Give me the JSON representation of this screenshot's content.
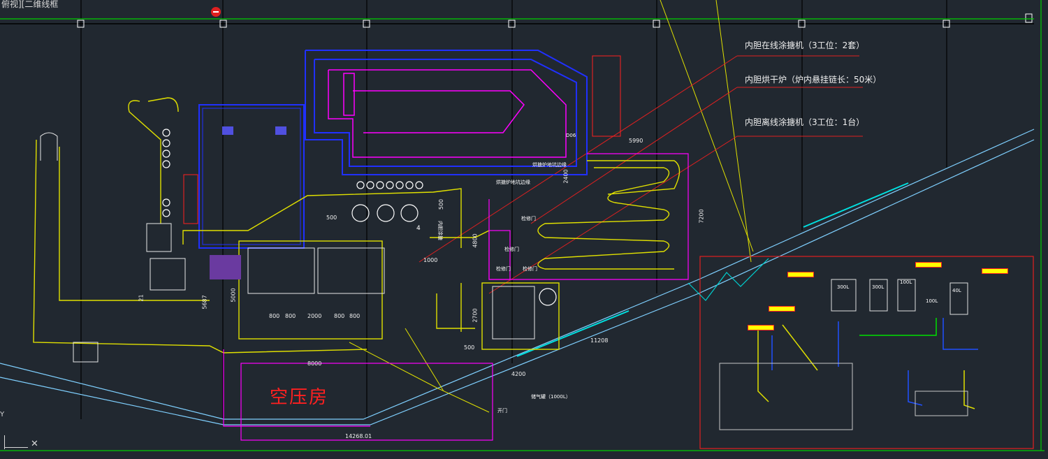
{
  "view_label": "俯视][二维线框",
  "callouts": {
    "online_coater": "内胆在线涂搪机（3工位：2套）",
    "drying_oven": "内胆烘干炉（炉内悬挂链长：50米）",
    "offline_coater": "内胆离线涂搪机（3工位：1台）"
  },
  "room_label": "空压房",
  "dimensions": {
    "d5990": "5990",
    "d2400": "2400",
    "d7200": "7200",
    "d500a": "500",
    "d500b": "500",
    "d1000": "1000",
    "d4800": "4800",
    "d2700": "2700",
    "d5687": "5687",
    "d5000": "5000",
    "d8000": "8000",
    "d4200": "4200",
    "d11208": "11208",
    "d14268": "14268.01",
    "d21": "21",
    "d500c": "500",
    "row1": "800",
    "row2": "800",
    "row3": "2000",
    "row4": "800",
    "row5": "800"
  },
  "small_labels": {
    "oven_edge_a": "烘搪炉地坑边缘",
    "oven_edge_b": "烘搪炉地坑边缘",
    "door1": "检修门",
    "door2": "检修门",
    "door3": "检修门",
    "door4": "检修门",
    "coater": "内胆涂搪",
    "air_tank": "储气罐（1000L）",
    "open_door": "开门",
    "d06": "D06",
    "num4": "4"
  },
  "tank_labels": [
    "300L",
    "300L",
    "100L",
    "100L",
    "40L"
  ],
  "colors": {
    "background": "#212830",
    "grid": "#000000",
    "yellow": "#ffff00",
    "magenta": "#ff00ff",
    "blue": "#0000ff",
    "red": "#ff2020",
    "cyan": "#00ffff",
    "green": "#00ff00",
    "white": "#ffffff"
  }
}
